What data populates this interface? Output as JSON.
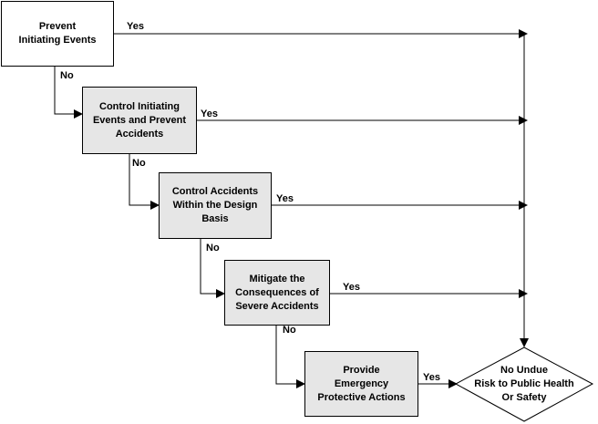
{
  "colors": {
    "first_box_fill": "#ffffff",
    "box_fill": "#e6e6e6",
    "line": "#000000"
  },
  "nodes": {
    "prevent": "Prevent\nInitiating Events",
    "control_initiating": "Control Initiating\nEvents and Prevent\nAccidents",
    "control_design": "Control Accidents\nWithin the Design\nBasis",
    "mitigate": "Mitigate the\nConsequences of\nSevere Accidents",
    "emergency": "Provide\nEmergency\nProtective Actions",
    "outcome": "No Undue\nRisk to Public Health\nOr Safety"
  },
  "edge_labels": {
    "yes": "Yes",
    "no": "No"
  }
}
